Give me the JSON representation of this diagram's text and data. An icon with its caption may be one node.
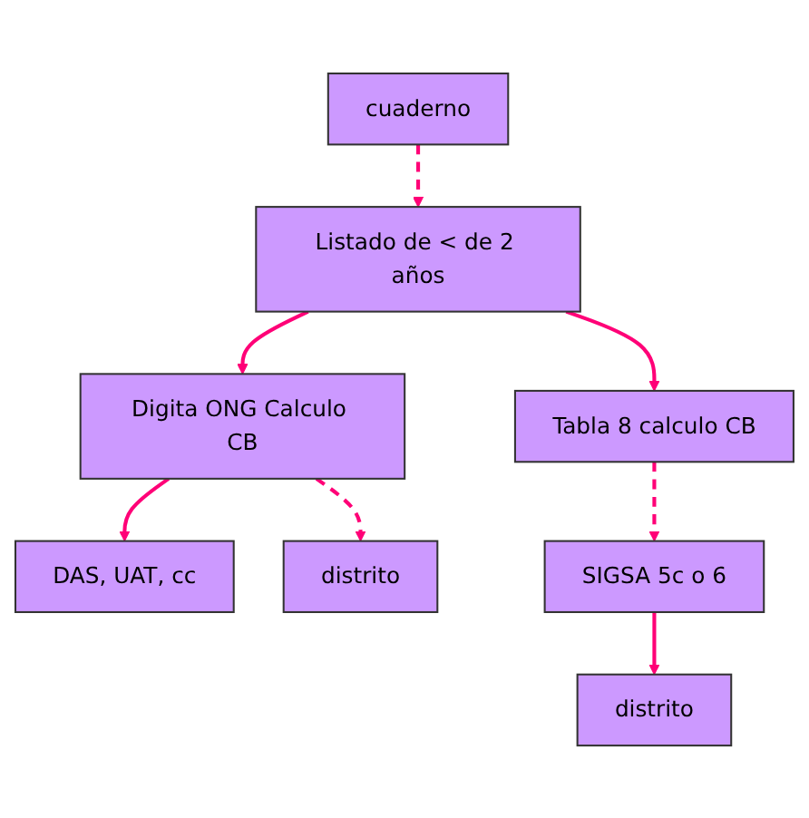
{
  "diagram": {
    "nodes": [
      {
        "text": [
          "cuaderno"
        ]
      },
      {
        "text": [
          "Listado de < de 2 años"
        ]
      },
      {
        "text": [
          "Digita ONG Calculo CB"
        ]
      },
      {
        "text": [
          "Tabla 8 calculo CB"
        ]
      },
      {
        "text": [
          "DAS, UAT, cc"
        ]
      },
      {
        "text": [
          "distrito"
        ]
      },
      {
        "text": [
          "SIGSA 5c o 6"
        ]
      },
      {
        "text": [
          "distrito"
        ]
      }
    ],
    "edges": [
      {
        "from": 0,
        "to": 1,
        "arrow": "to",
        "style": "dashed"
      },
      {
        "from": 1,
        "to": 2,
        "arrow": "to"
      },
      {
        "from": 1,
        "to": 3,
        "arrow": "to"
      },
      {
        "from": 2,
        "to": 4,
        "arrow": "to"
      },
      {
        "from": 2,
        "to": 5,
        "arrow": "to",
        "style": "dashed"
      },
      {
        "from": 3,
        "to": 6,
        "arrow": "to",
        "style": "dashed"
      },
      {
        "from": 6,
        "to": 7,
        "arrow": "to"
      }
    ]
  }
}
